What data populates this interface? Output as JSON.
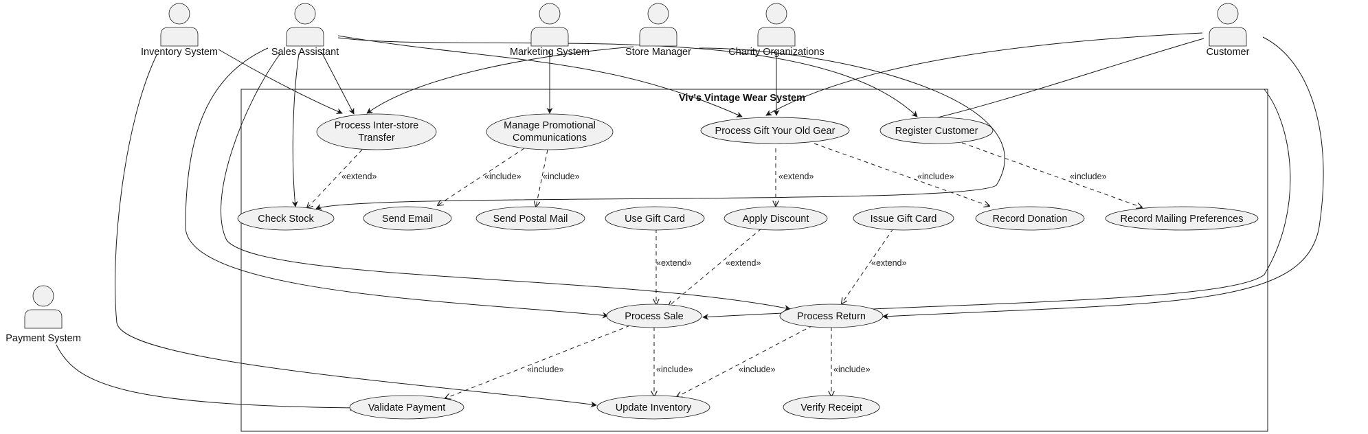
{
  "system": {
    "title": "Viv's Vintage Wear System"
  },
  "actors": {
    "inventory_system": "Inventory System",
    "sales_assistant": "Sales Assistant",
    "marketing_system": "Marketing System",
    "store_manager": "Store Manager",
    "charity_organizations": "Charity Organizations",
    "customer": "Customer",
    "payment_system": "Payment System"
  },
  "usecases": {
    "process_inter_store_transfer": [
      "Process Inter-store",
      "Transfer"
    ],
    "manage_promotional_communications": [
      "Manage Promotional",
      "Communications"
    ],
    "process_gift_your_old_gear": "Process Gift Your Old Gear",
    "register_customer": "Register Customer",
    "check_stock": "Check Stock",
    "send_email": "Send Email",
    "send_postal_mail": "Send Postal Mail",
    "use_gift_card": "Use Gift Card",
    "apply_discount": "Apply Discount",
    "issue_gift_card": "Issue Gift Card",
    "record_donation": "Record Donation",
    "record_mailing_preferences": "Record Mailing Preferences",
    "process_sale": "Process Sale",
    "process_return": "Process Return",
    "validate_payment": "Validate Payment",
    "update_inventory": "Update Inventory",
    "verify_receipt": "Verify Receipt"
  },
  "stereotypes": {
    "extend": "«extend»",
    "include": "«include»"
  },
  "colors": {
    "actor_fill": "#f1f1f1",
    "usecase_fill": "#f1f1f1",
    "stroke": "#181818"
  },
  "icons": {
    "actor": "stick-person-icon"
  }
}
